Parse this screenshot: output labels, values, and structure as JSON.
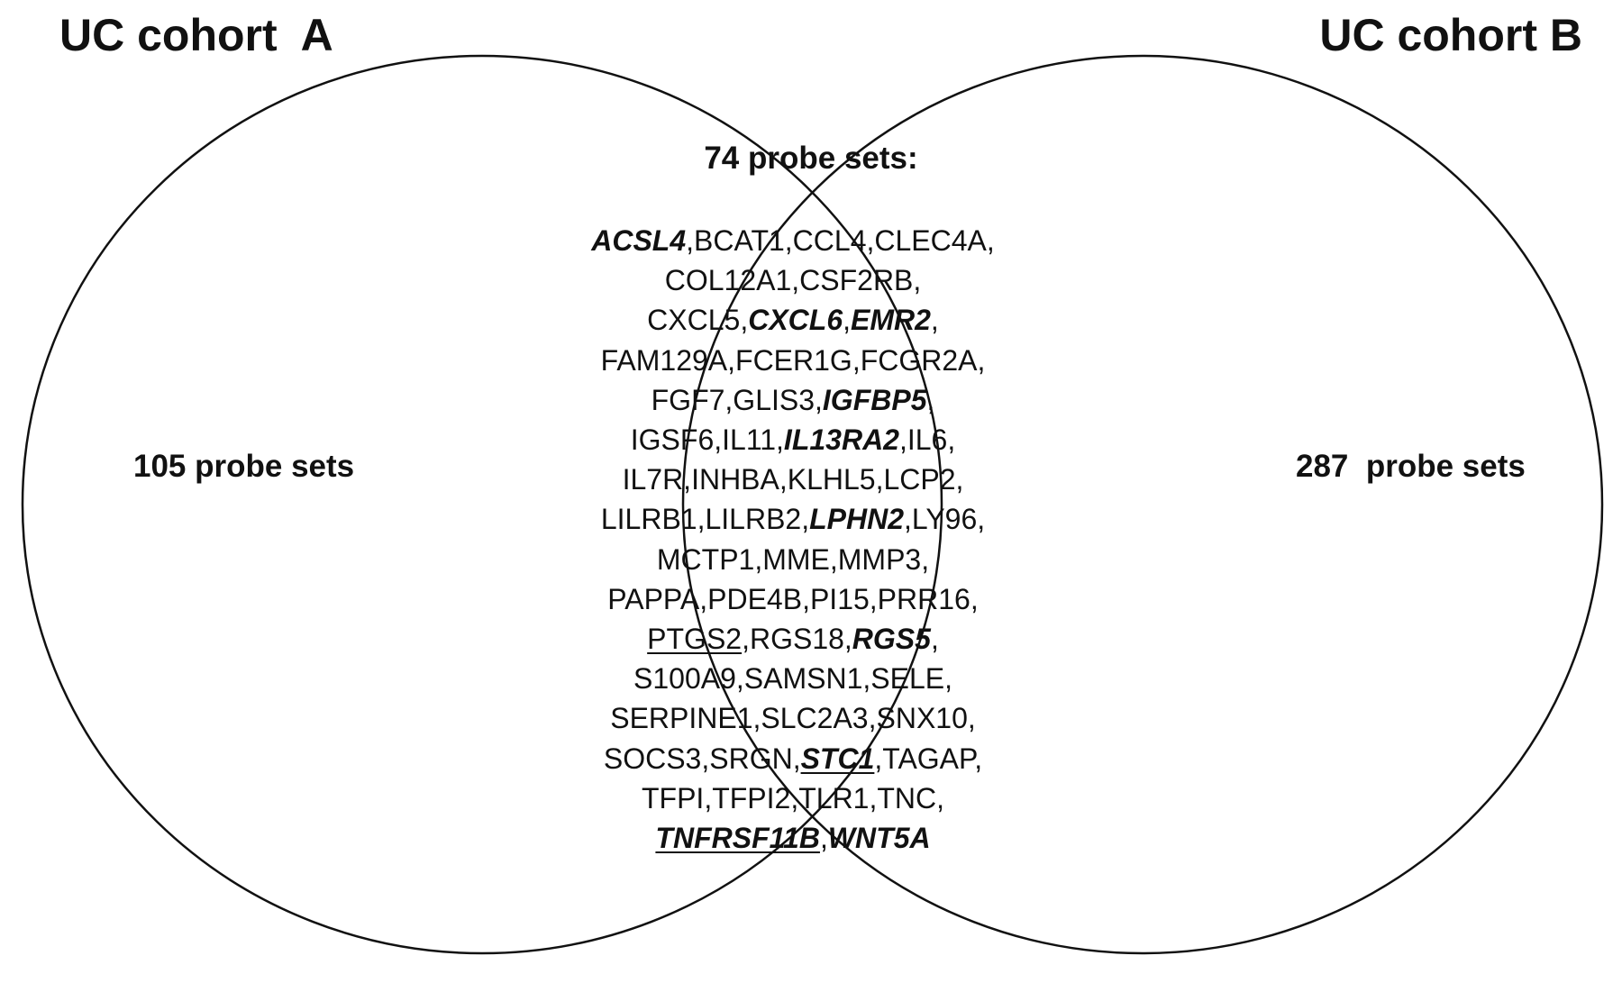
{
  "sets": {
    "a": {
      "title": "UC cohort  A",
      "count_label": "105 probe sets"
    },
    "b": {
      "title": "UC cohort B",
      "count_label": "287  probe sets"
    },
    "intersection": {
      "count_label": "74 probe sets:"
    }
  },
  "gene_lines": [
    [
      {
        "name": "ACSL4",
        "bold": true
      },
      {
        "name": "BCAT1"
      },
      {
        "name": "CCL4"
      },
      {
        "name": "CLEC4A"
      },
      {
        "sep": ","
      }
    ],
    [
      {
        "name": "COL12A1"
      },
      {
        "name": "CSF2RB"
      },
      {
        "sep": ","
      }
    ],
    [
      {
        "name": "CXCL5"
      },
      {
        "name": "CXCL6",
        "bold": true
      },
      {
        "name": "EMR2",
        "bold": true
      },
      {
        "sep": ","
      }
    ],
    [
      {
        "name": "FAM129A"
      },
      {
        "name": "FCER1G"
      },
      {
        "name": "FCGR2A"
      },
      {
        "sep": ","
      }
    ],
    [
      {
        "name": "FGF7"
      },
      {
        "name": "GLIS3"
      },
      {
        "name": "IGFBP5",
        "bold": true
      },
      {
        "sep": ","
      }
    ],
    [
      {
        "name": "IGSF6"
      },
      {
        "name": "IL11"
      },
      {
        "name": "IL13RA2",
        "bold": true
      },
      {
        "name": "IL6"
      },
      {
        "sep": ","
      }
    ],
    [
      {
        "name": "IL7R"
      },
      {
        "name": "INHBA"
      },
      {
        "name": "KLHL5"
      },
      {
        "name": "LCP2"
      },
      {
        "sep": ","
      }
    ],
    [
      {
        "name": "LILRB1"
      },
      {
        "name": "LILRB2"
      },
      {
        "name": "LPHN2",
        "bold": true
      },
      {
        "name": "LY96"
      },
      {
        "sep": ","
      }
    ],
    [
      {
        "name": "MCTP1"
      },
      {
        "name": "MME"
      },
      {
        "name": "MMP3"
      },
      {
        "sep": ","
      }
    ],
    [
      {
        "name": "PAPPA"
      },
      {
        "name": "PDE4B"
      },
      {
        "name": "PI15"
      },
      {
        "name": "PRR16"
      },
      {
        "sep": ","
      }
    ],
    [
      {
        "name": "PTGS2",
        "underline": true
      },
      {
        "name": "RGS18"
      },
      {
        "name": "RGS5",
        "bold": true
      },
      {
        "sep": ","
      }
    ],
    [
      {
        "name": "S100A9"
      },
      {
        "name": "SAMSN1"
      },
      {
        "name": "SELE"
      },
      {
        "sep": ","
      }
    ],
    [
      {
        "name": "SERPINE1"
      },
      {
        "name": "SLC2A3"
      },
      {
        "name": "SNX10"
      },
      {
        "sep": ","
      }
    ],
    [
      {
        "name": "SOCS3"
      },
      {
        "name": "SRGN"
      },
      {
        "name": "STC1",
        "bold": true,
        "underline": true
      },
      {
        "name": "TAGAP"
      },
      {
        "sep": ","
      }
    ],
    [
      {
        "name": "TFPI"
      },
      {
        "name": "TFPI2"
      },
      {
        "name": "TLR1"
      },
      {
        "name": "TNC"
      },
      {
        "sep": ","
      }
    ],
    [
      {
        "name": "TNFRSF11B",
        "bold": true,
        "underline": true
      },
      {
        "name": "WNT5A",
        "bold": true
      }
    ]
  ]
}
